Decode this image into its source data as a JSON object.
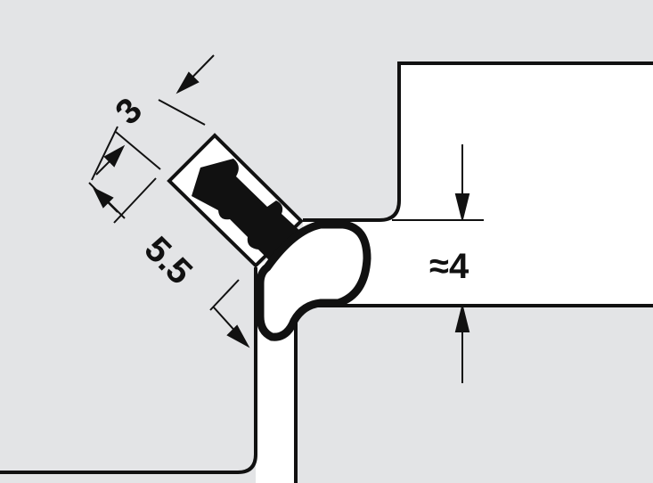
{
  "labels": {
    "slot_width": "3",
    "slot_depth": "5.5",
    "gap_height": "≈4"
  },
  "colors": {
    "background": "#e3e4e6",
    "line": "#111111",
    "fill": "#ffffff"
  }
}
